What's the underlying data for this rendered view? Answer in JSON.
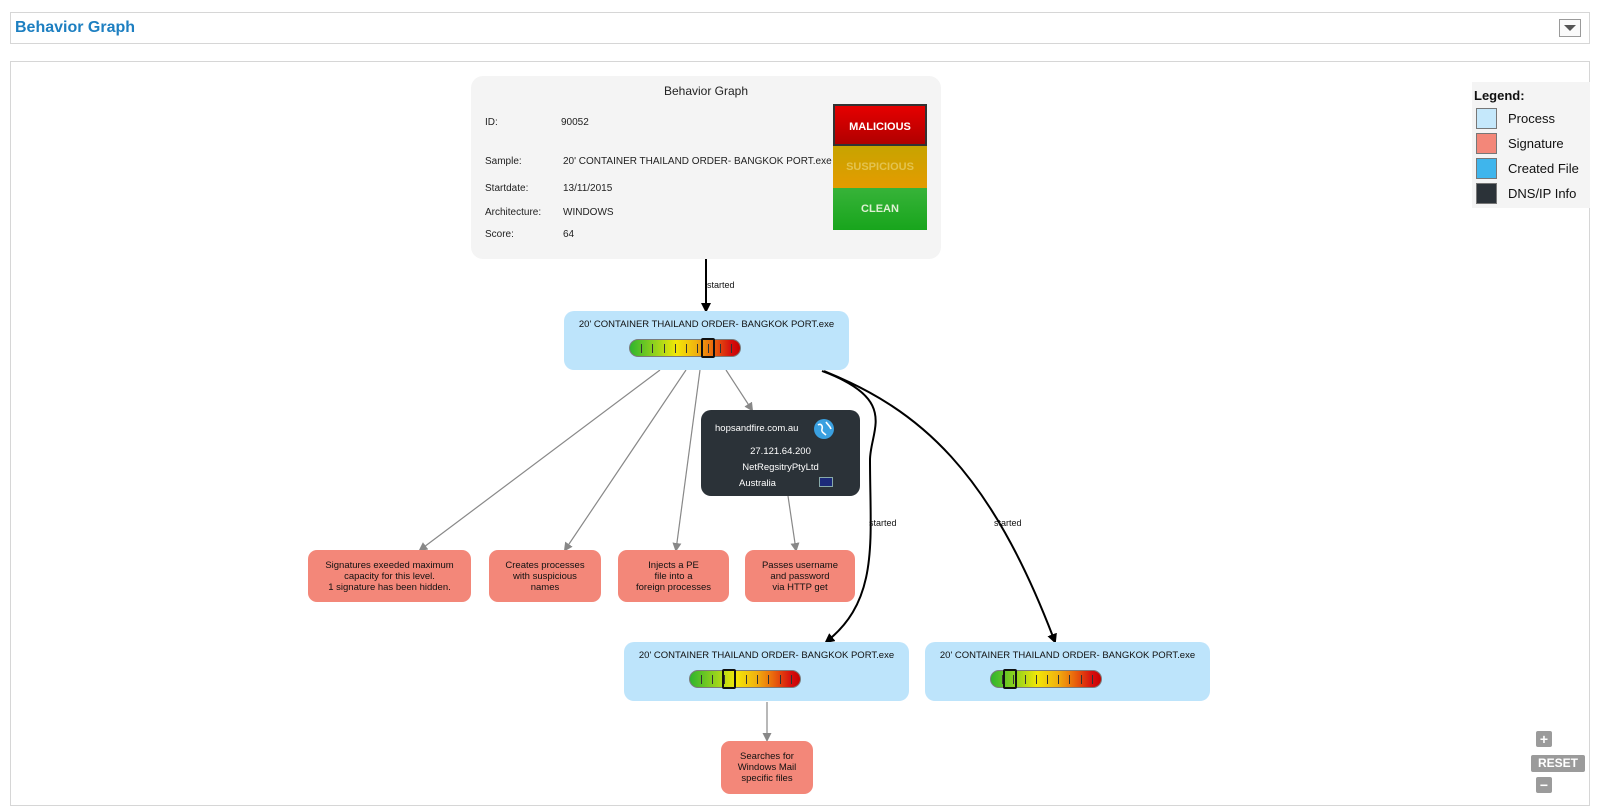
{
  "header": {
    "title": "Behavior Graph"
  },
  "info_card": {
    "title": "Behavior Graph",
    "id_label": "ID:",
    "id_value": "90052",
    "sample_label": "Sample:",
    "sample_value": "20' CONTAINER  THAILAND ORDER- BANGKOK PORT.exe",
    "startdate_label": "Startdate:",
    "startdate_value": "13/11/2015",
    "architecture_label": "Architecture:",
    "architecture_value": "WINDOWS",
    "score_label": "Score:",
    "score_value": "64",
    "verdicts": {
      "malicious": "MALICIOUS",
      "suspicious": "SUSPICIOUS",
      "clean": "CLEAN"
    },
    "colors": {
      "malicious": "#cc0000",
      "suspicious": "#d9a400",
      "clean": "#22aa22"
    }
  },
  "processes": [
    {
      "name": "20' CONTAINER  THAILAND ORDER- BANGKOK PORT.exe",
      "score_fraction": 0.72
    },
    {
      "name": "20' CONTAINER  THAILAND ORDER- BANGKOK PORT.exe",
      "score_fraction": 0.33
    },
    {
      "name": "20' CONTAINER  THAILAND ORDER- BANGKOK PORT.exe",
      "score_fraction": 0.12
    }
  ],
  "signatures": [
    {
      "line1": "Signatures exeeded maximum",
      "line2": "capacity for this level.",
      "line3": "1 signature has been hidden."
    },
    {
      "line1": "Creates processes",
      "line2": "with suspicious",
      "line3": "names"
    },
    {
      "line1": "Injects a PE",
      "line2": "file into a",
      "line3": "foreign processes"
    },
    {
      "line1": "Passes username",
      "line2": "and password",
      "line3": "via HTTP get"
    },
    {
      "line1": "Searches for",
      "line2": "Windows Mail",
      "line3": "specific files"
    }
  ],
  "dns": {
    "host": "hopsandfire.com.au",
    "ip": "27.121.64.200",
    "org": "NetRegsitryPtyLtd",
    "country": "Australia",
    "globe_icon": "globe-icon",
    "flag_icon": "australia-flag-icon"
  },
  "edge_labels": {
    "started_1": "started",
    "started_2": "started",
    "started_3": "started"
  },
  "legend": {
    "title": "Legend:",
    "items": [
      {
        "label": "Process",
        "color": "#c5e8fb"
      },
      {
        "label": "Signature",
        "color": "#f38779"
      },
      {
        "label": "Created File",
        "color": "#3fb5ec"
      },
      {
        "label": "DNS/IP Info",
        "color": "#2b3238"
      }
    ]
  },
  "controls": {
    "zoom_in": "+",
    "reset": "RESET",
    "zoom_out": "−"
  }
}
